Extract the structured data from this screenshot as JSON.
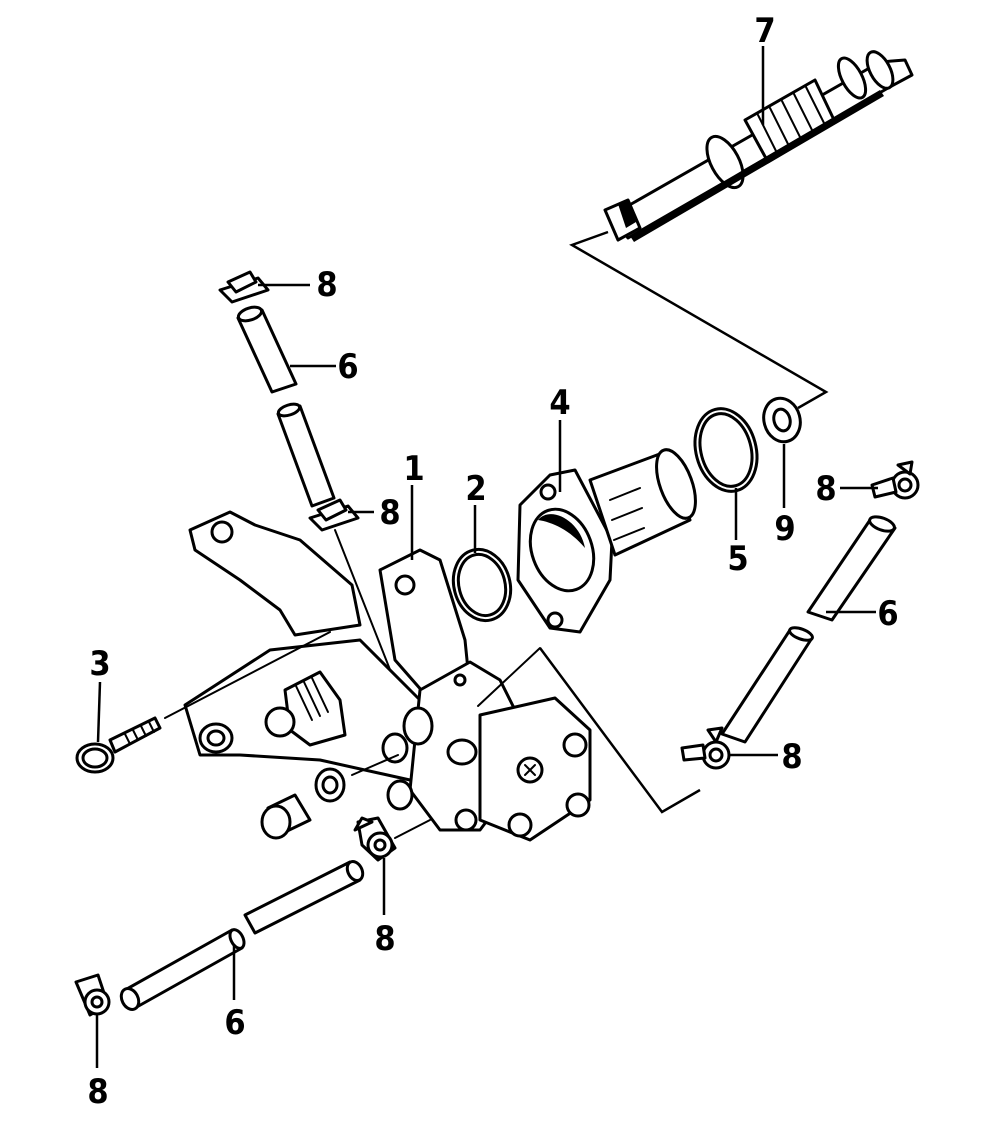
{
  "diagram": {
    "type": "exploded-parts-view",
    "callouts": [
      {
        "id": "c7",
        "number": "7"
      },
      {
        "id": "c8a",
        "number": "8"
      },
      {
        "id": "c6a",
        "number": "6"
      },
      {
        "id": "c4",
        "number": "4"
      },
      {
        "id": "c1",
        "number": "1"
      },
      {
        "id": "c2",
        "number": "2"
      },
      {
        "id": "c8b",
        "number": "8"
      },
      {
        "id": "c5",
        "number": "5"
      },
      {
        "id": "c9",
        "number": "9"
      },
      {
        "id": "c8c",
        "number": "8"
      },
      {
        "id": "c6b",
        "number": "6"
      },
      {
        "id": "c3",
        "number": "3"
      },
      {
        "id": "c8d",
        "number": "8"
      },
      {
        "id": "c8e",
        "number": "8"
      },
      {
        "id": "c6c",
        "number": "6"
      },
      {
        "id": "c8f",
        "number": "8"
      }
    ]
  }
}
